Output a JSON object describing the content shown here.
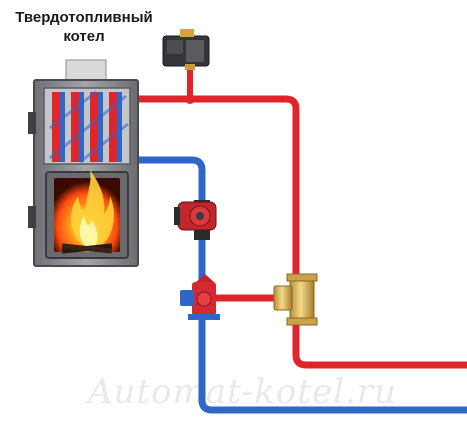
{
  "boiler": {
    "title_line1": "Твердотопливный",
    "title_line2": "котел"
  },
  "watermark": "Automat-kotel.ru",
  "colors": {
    "hot_pipe": "#e1242b",
    "cold_pipe": "#2e67c8",
    "boiler_body": "#8e8f93",
    "brass": "#d8b55a",
    "flame": "#ff8a1a"
  },
  "icons": [
    "boiler",
    "flame",
    "pressure-switch",
    "circulation-pump",
    "three-way-mixing-valve",
    "sediment-filter"
  ]
}
